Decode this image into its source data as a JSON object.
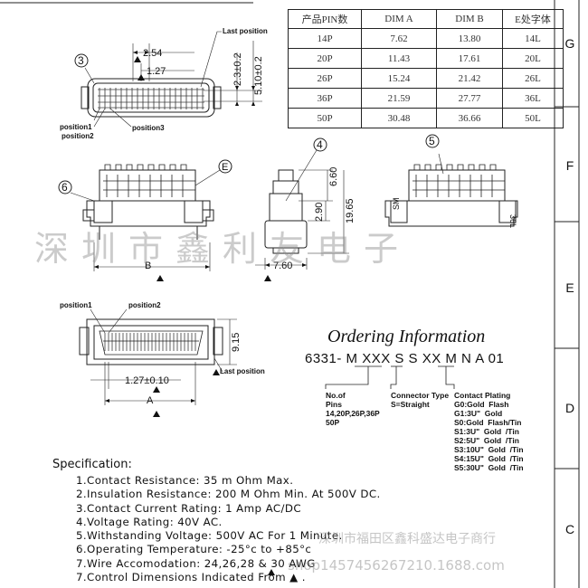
{
  "table": {
    "headers": [
      "产品PIN数",
      "DIM A",
      "DIM B",
      "E处字体"
    ],
    "rows": [
      [
        "14P",
        "7.62",
        "13.80",
        "14L"
      ],
      [
        "20P",
        "11.43",
        "17.61",
        "20L"
      ],
      [
        "26P",
        "15.24",
        "21.42",
        "26L"
      ],
      [
        "36P",
        "21.59",
        "27.77",
        "36L"
      ],
      [
        "50P",
        "30.48",
        "36.66",
        "50L"
      ]
    ]
  },
  "zones": [
    "G",
    "F",
    "E",
    "D",
    "C"
  ],
  "top_view": {
    "callout": "3",
    "dim_pitch_row": "2.54",
    "dim_pitch": "1.27",
    "dim_v1": "2.3±0.2",
    "dim_v2": "5.10±0.2",
    "last_position": "Last position",
    "position1": "position1",
    "position2": "position2",
    "position3": "position3"
  },
  "front_view": {
    "callout_6": "6",
    "callout_e": "E",
    "dim_b": "B"
  },
  "side_view": {
    "callout": "4",
    "dim_660": "6.60",
    "dim_290": "2.90",
    "dim_1965": "19.65",
    "dim_760": "7.60"
  },
  "rear_view": {
    "callout": "5",
    "label_sm": "SM",
    "label_36l": "36L"
  },
  "bottom_view": {
    "position1": "position1",
    "position2": "position2",
    "dim_915": "9.15",
    "dim_pitch": "1.27±0.10",
    "dim_a": "A",
    "last_position": "Last position"
  },
  "ordering": {
    "title": "Ordering Information",
    "code": "6331- M XXX  S  S  XX M N A 01",
    "no_of_pins": "No.of\nPins\n14,20P,26P,36P\n50P",
    "connector_type": "Connector Type\nS=Straight",
    "contact_plating": "Contact Plating\nG0:Gold  Flash\nG1:3U\"  Gold\nS0:Gold  Flash/Tin\nS1:3U\"  Gold  /Tin\nS2:5U\"  Gold  /Tin\nS3:10U\"  Gold  /Tin\nS4:15U\"  Gold  /Tin\nS5:30U\"  Gold  /Tin"
  },
  "specification": {
    "title": "Specification:",
    "items": [
      "1.Contact Resistance: 35 m Ohm Max.",
      "2.Insulation Resistance: 200 M Ohm Min. At 500V DC.",
      "3.Contact Current Rating: 1 Amp AC/DC",
      "4.Voltage Rating: 40V AC.",
      "5.Withstanding Voltage: 500V AC For 1 Minute.",
      "6.Operating Temperature: -25°c to +85°c",
      "7.Wire Accomodation: 24,26,28 & 30 AWG",
      "7.Control Dimensions Indicated From ▲ ."
    ]
  },
  "watermarks": {
    "company_large": "深圳市鑫利友电子",
    "company_small": "深圳市福田区鑫科盛达电子商行",
    "site": "shop1457456267210.1688.com"
  }
}
